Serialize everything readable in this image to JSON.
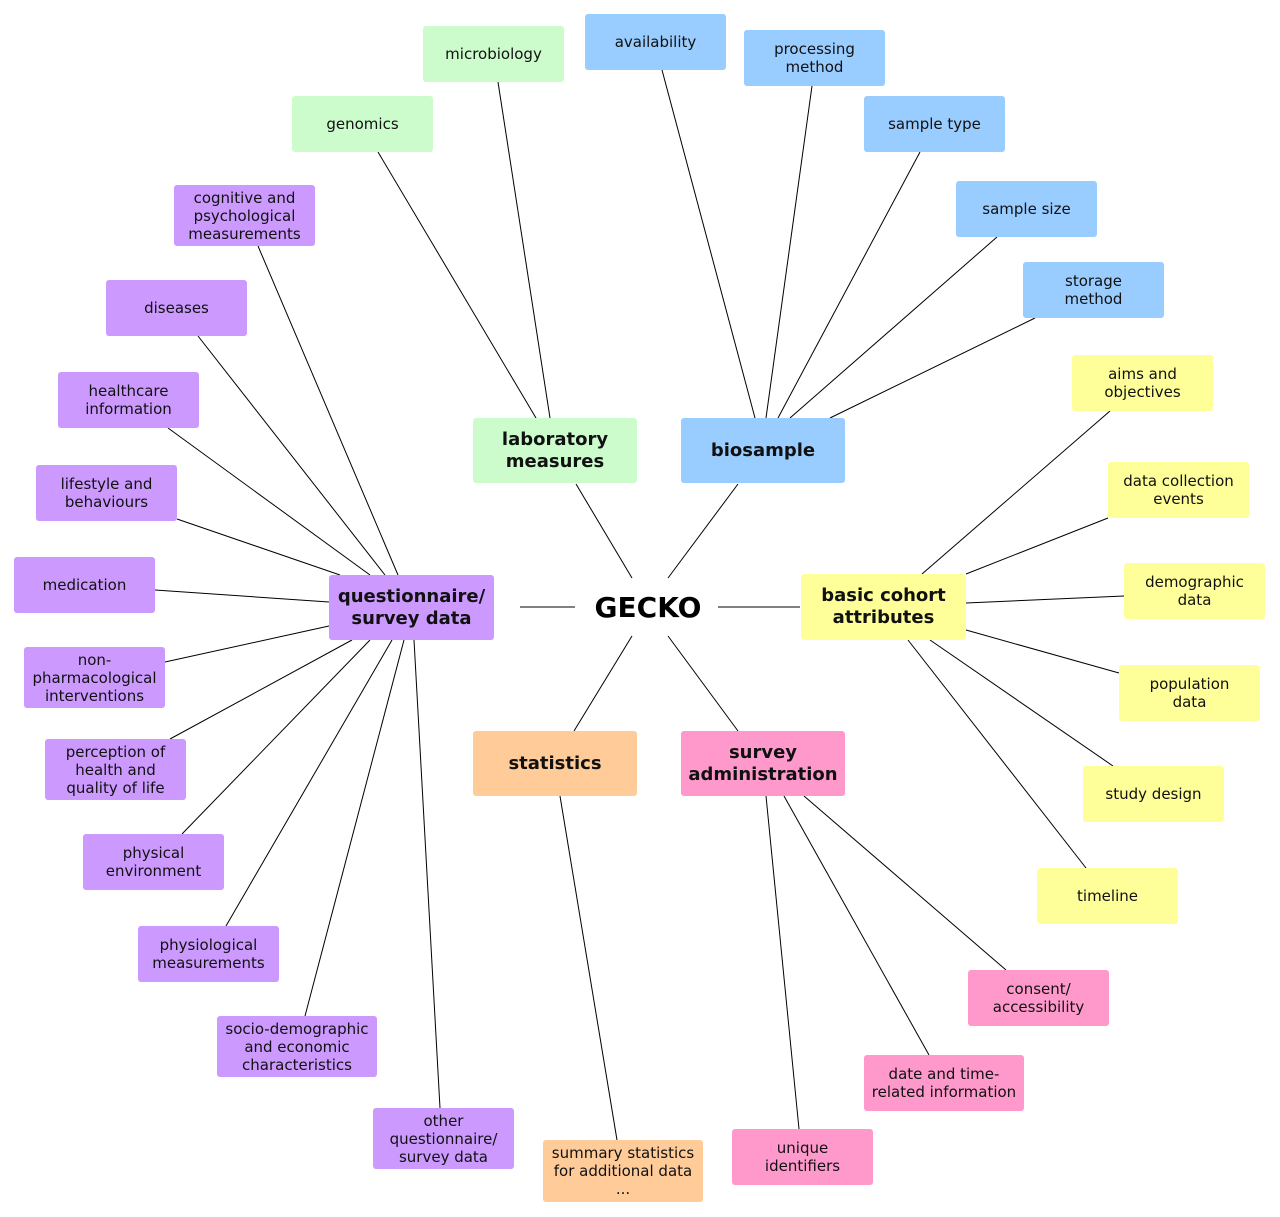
{
  "center": "GECKO",
  "colors": {
    "laboratory": "#ccfccc",
    "biosample": "#99ccff",
    "cohort": "#ffff99",
    "questionnaire": "#cc99ff",
    "statistics": "#ffcc99",
    "survey": "#ff99cc",
    "line": "#000000"
  },
  "branches": [
    {
      "key": "lab",
      "label": "laboratory\nmeasures",
      "children": [
        "genomics",
        "microbiology"
      ]
    },
    {
      "key": "bio",
      "label": "biosample",
      "children": [
        "availability",
        "processing\nmethod",
        "sample type",
        "sample size",
        "storage\nmethod"
      ]
    },
    {
      "key": "cohort",
      "label": "basic cohort\nattributes",
      "children": [
        "aims and\nobjectives",
        "data collection\nevents",
        "demographic\ndata",
        "population\ndata",
        "study design",
        "timeline"
      ]
    },
    {
      "key": "quest",
      "label": "questionnaire/\nsurvey data",
      "children": [
        "cognitive and\npsychological\nmeasurements",
        "diseases",
        "healthcare\ninformation",
        "lifestyle and\nbehaviours",
        "medication",
        "non-\npharmacological\ninterventions",
        "perception of\nhealth and\nquality of life",
        "physical\nenvironment",
        "physiological\nmeasurements",
        "socio-demographic\nand economic\ncharacteristics",
        "other\nquestionnaire/\nsurvey data"
      ]
    },
    {
      "key": "stats",
      "label": "statistics",
      "children": [
        "summary statistics\nfor additional data\n..."
      ]
    },
    {
      "key": "survey",
      "label": "survey\nadministration",
      "children": [
        "consent/\naccessibility",
        "date and time-\nrelated information",
        "unique\nidentifiers"
      ]
    }
  ]
}
